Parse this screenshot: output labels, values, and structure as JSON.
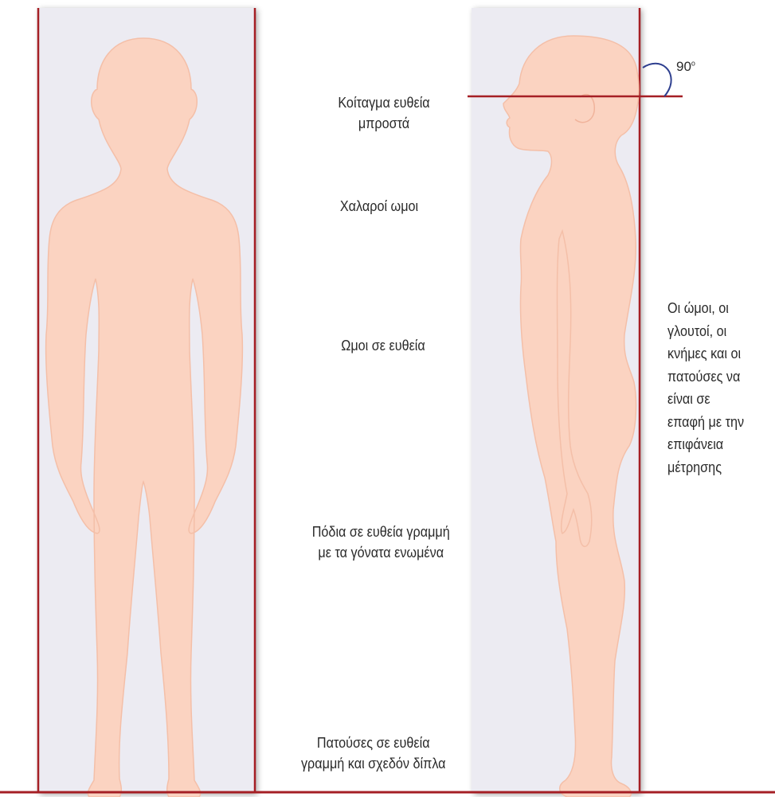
{
  "colors": {
    "board": "#ecebf2",
    "board_edge": "#a51f25",
    "skin": "#fbd3c1",
    "skin_outline": "#f4bfa8",
    "text": "#2a2a2a",
    "angle_arc": "#2e3f8f"
  },
  "angle": {
    "value": "90",
    "unit": "o"
  },
  "labels": {
    "head": [
      "Κοίταγμα ευθεία",
      "μπροστά"
    ],
    "shoulders_relaxed": "Χαλαροί ωμοι",
    "shoulders_straight": "Ωμοι σε ευθεία",
    "legs": [
      "Πόδια σε ευθεία γραμμή",
      "με τα γόνατα ενωμένα"
    ],
    "feet": [
      "Πατούσες σε ευθεία",
      "γραμμή και σχεδόν δίπλα"
    ],
    "contact": [
      "Οι ώμοι, οι",
      "γλουτοί, οι",
      "κνήμες και οι",
      "πατούσες να",
      "είναι σε",
      "επαφή με την",
      "επιφάνεια",
      "μέτρησης"
    ]
  }
}
